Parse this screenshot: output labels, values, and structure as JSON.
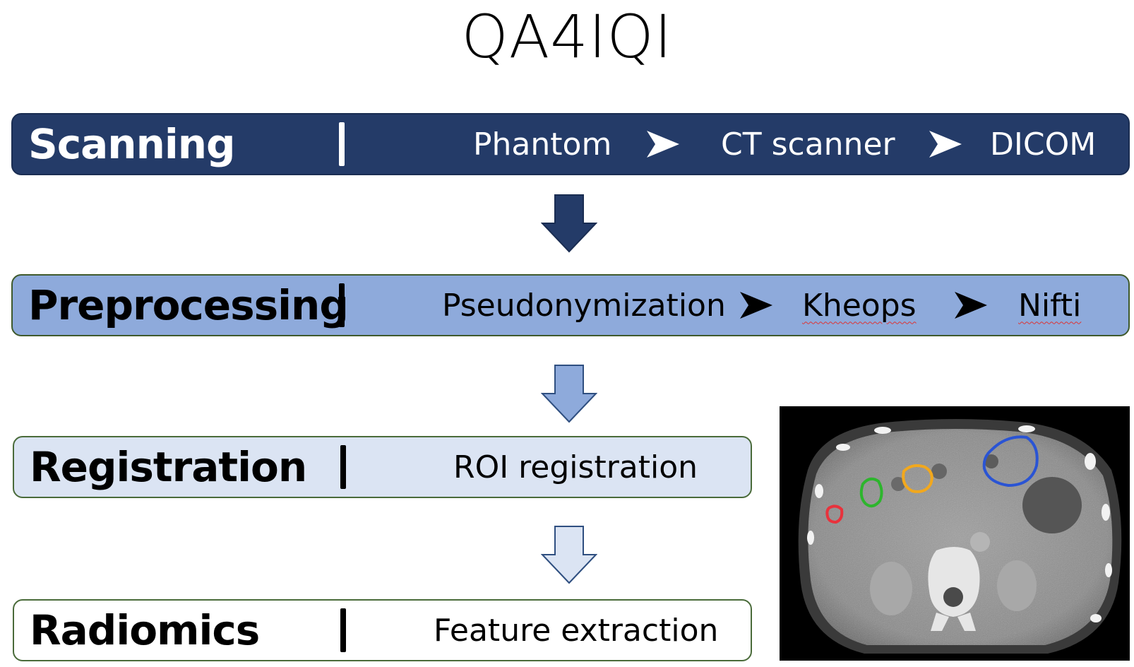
{
  "title": "QA4IQI",
  "stages": [
    {
      "label": "Scanning",
      "steps": [
        "Phantom",
        "CT scanner",
        "DICOM"
      ]
    },
    {
      "label": "Preprocessing",
      "steps": [
        "Pseudonymization",
        "Kheops",
        "Nifti"
      ]
    },
    {
      "label": "Registration",
      "steps": [
        "ROI registration"
      ]
    },
    {
      "label": "Radiomics",
      "steps": [
        "Feature extraction"
      ]
    }
  ],
  "separator": "|",
  "colors": {
    "scanning_bar": "#243b68",
    "preprocessing_bar": "#8eaadb",
    "registration_bar": "#dbe4f3",
    "radiomics_bar": "#ffffff",
    "roi_red": "#e8323c",
    "roi_green": "#2db52d",
    "roi_orange": "#f2a81d",
    "roi_blue": "#2a54d4"
  },
  "image": {
    "kind": "axial CT slice of abdomen with colored ROI contours"
  }
}
